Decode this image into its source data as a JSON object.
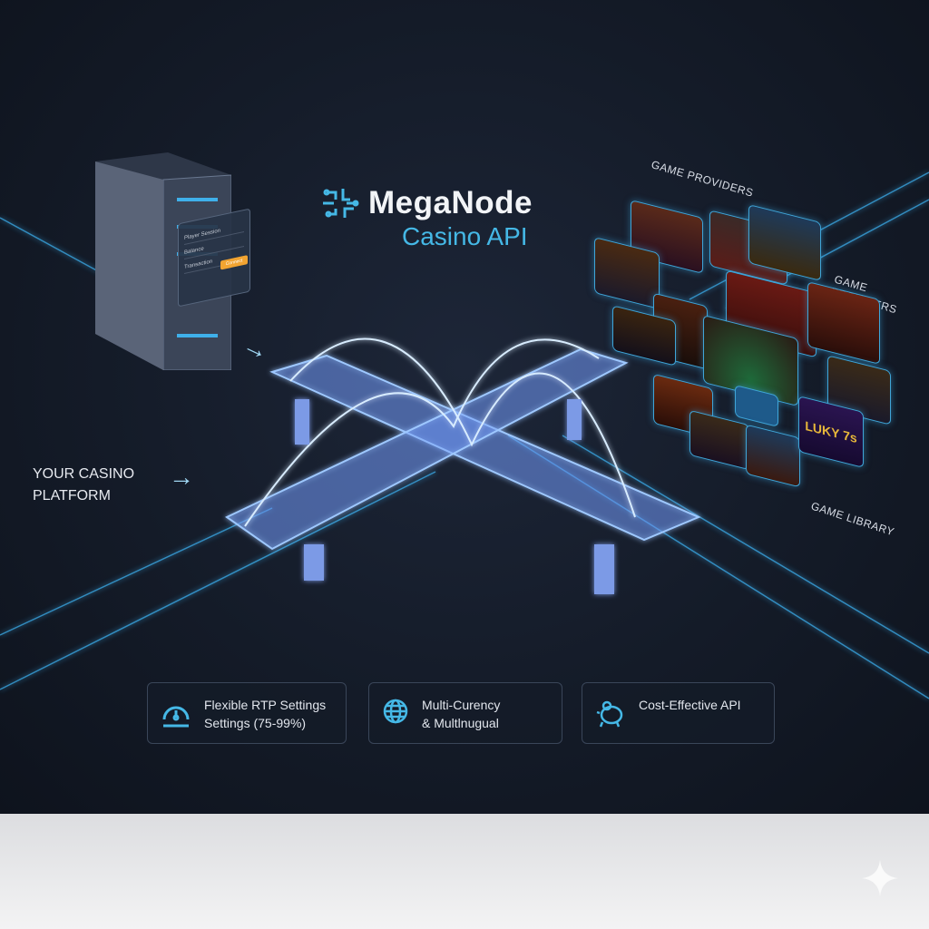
{
  "brand": {
    "title": "MegaNode",
    "subtitle": "Casino API",
    "icon": "circuit-chip-icon",
    "accent": "#45b8e6"
  },
  "platform": {
    "label_line1": "YOUR CASINO",
    "label_line2": "PLATFORM"
  },
  "server": {
    "form_fields": [
      "Player Session",
      "Balance",
      "Transaction"
    ],
    "form_button": "Connect"
  },
  "game_area": {
    "labels": [
      "GAME PROVIDERS",
      "GAME PROVIDERS",
      "GAME LIBRARY"
    ],
    "tile_titles": [
      "LUKY 7s"
    ]
  },
  "features": [
    {
      "icon": "gauge-icon",
      "line1": "Flexible RTP Settings",
      "line2": "Settings (75-99%)"
    },
    {
      "icon": "globe-icon",
      "line1": "Multi-Curency",
      "line2": "& Multlnugual"
    },
    {
      "icon": "piggy-bank-icon",
      "line1": "Cost-Effective API",
      "line2": ""
    }
  ],
  "colors": {
    "background": "#141b28",
    "glow": "#3fa5d8",
    "button": "#f2a431"
  }
}
